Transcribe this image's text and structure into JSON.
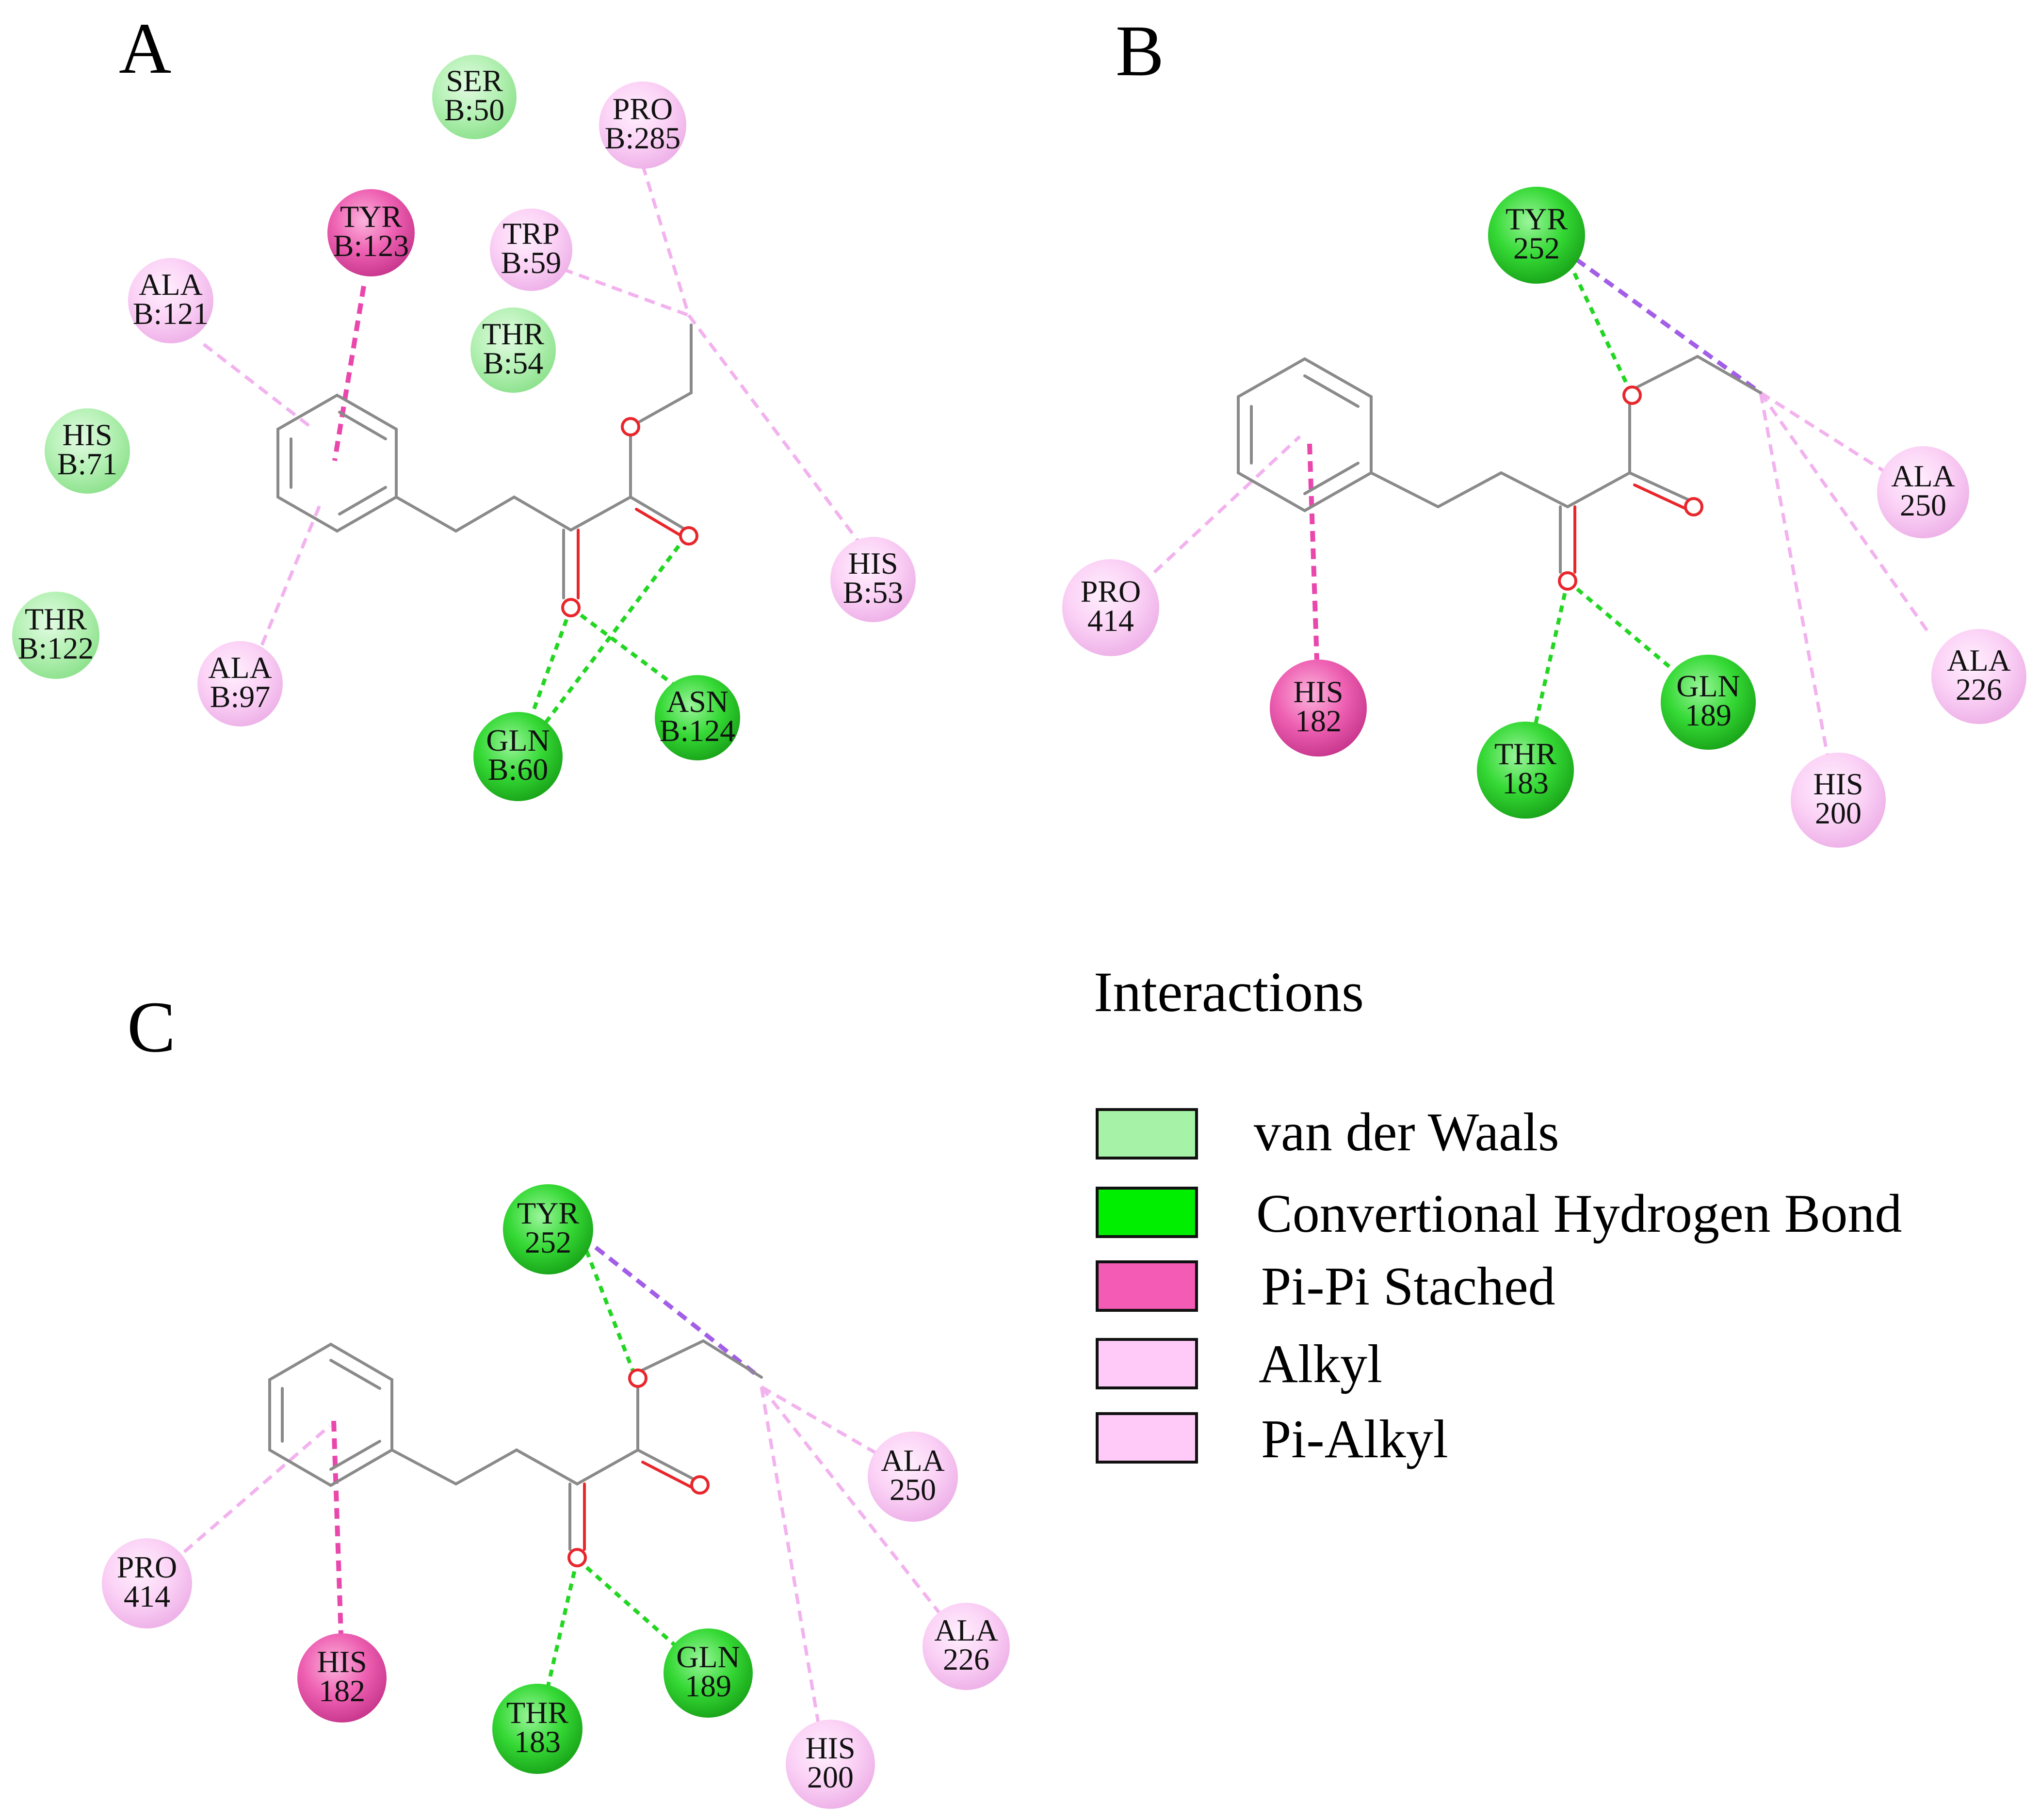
{
  "colors": {
    "vdw": "#a6f2a6",
    "hbond": "#00ee00",
    "pipi": "#f35bb4",
    "alkyl": "#ffcaf8",
    "pialkyl": "#ffcaf8",
    "outline": "#111111"
  },
  "panels": [
    {
      "label": "A",
      "residues": [
        {
          "text": "SER B:50",
          "type": "vdw"
        },
        {
          "text": "PRO B:285",
          "type": "alkyl"
        },
        {
          "text": "TYR B:123",
          "type": "pipi"
        },
        {
          "text": "TRP B:59",
          "type": "alkyl"
        },
        {
          "text": "ALA B:121",
          "type": "alkyl"
        },
        {
          "text": "THR B:54",
          "type": "vdw"
        },
        {
          "text": "HIS B:71",
          "type": "vdw"
        },
        {
          "text": "HIS B:53",
          "type": "alkyl"
        },
        {
          "text": "THR B:122",
          "type": "vdw"
        },
        {
          "text": "ALA B:97",
          "type": "alkyl"
        },
        {
          "text": "ASN B:124",
          "type": "hbond"
        },
        {
          "text": "GLN B:60",
          "type": "hbond"
        }
      ]
    },
    {
      "label": "B",
      "residues": [
        {
          "text": "TYR 252",
          "type": "hbond"
        },
        {
          "text": "ALA 250",
          "type": "alkyl"
        },
        {
          "text": "PRO 414",
          "type": "alkyl"
        },
        {
          "text": "ALA 226",
          "type": "alkyl"
        },
        {
          "text": "HIS 182",
          "type": "pipi"
        },
        {
          "text": "GLN 189",
          "type": "hbond"
        },
        {
          "text": "THR 183",
          "type": "hbond"
        },
        {
          "text": "HIS 200",
          "type": "alkyl"
        }
      ]
    },
    {
      "label": "C",
      "residues": [
        {
          "text": "TYR 252",
          "type": "hbond"
        },
        {
          "text": "ALA 250",
          "type": "alkyl"
        },
        {
          "text": "PRO 414",
          "type": "alkyl"
        },
        {
          "text": "ALA 226",
          "type": "alkyl"
        },
        {
          "text": "HIS 182",
          "type": "pipi"
        },
        {
          "text": "GLN 189",
          "type": "hbond"
        },
        {
          "text": "THR 183",
          "type": "hbond"
        },
        {
          "text": "HIS 200",
          "type": "alkyl"
        }
      ]
    }
  ],
  "legend": {
    "title": "Interactions",
    "items": [
      {
        "label": "van der Waals",
        "type": "vdw"
      },
      {
        "label": "Convertional Hydrogen Bond",
        "type": "hbond"
      },
      {
        "label": "Pi-Pi Stached",
        "type": "pipi"
      },
      {
        "label": "Alkyl",
        "type": "alkyl"
      },
      {
        "label": "Pi-Alkyl",
        "type": "pialkyl"
      }
    ]
  }
}
